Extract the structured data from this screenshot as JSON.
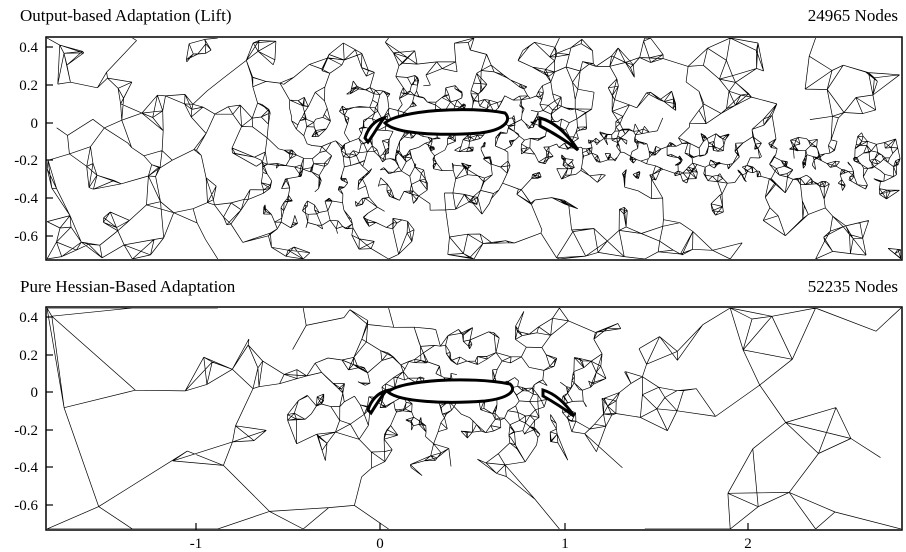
{
  "panels": [
    {
      "title": "Output-based Adaptation (Lift)",
      "nodes": "24965 Nodes"
    },
    {
      "title": "Pure Hessian-Based Adaptation",
      "nodes": "52235 Nodes"
    }
  ],
  "y_ticks": [
    "0.4",
    "0.2",
    "0",
    "-0.2",
    "-0.4",
    "-0.6"
  ],
  "x_ticks": [
    "-1",
    "0",
    "1",
    "2"
  ],
  "colors": {
    "mesh": "#000000",
    "background": "#ffffff"
  }
}
